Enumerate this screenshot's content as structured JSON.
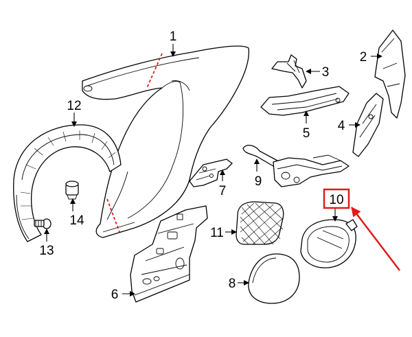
{
  "callouts": [
    {
      "id": "1",
      "label": "1"
    },
    {
      "id": "2",
      "label": "2"
    },
    {
      "id": "3",
      "label": "3"
    },
    {
      "id": "4",
      "label": "4"
    },
    {
      "id": "5",
      "label": "5"
    },
    {
      "id": "6",
      "label": "6"
    },
    {
      "id": "7",
      "label": "7"
    },
    {
      "id": "8",
      "label": "8"
    },
    {
      "id": "9",
      "label": "9"
    },
    {
      "id": "10",
      "label": "10"
    },
    {
      "id": "11",
      "label": "11"
    },
    {
      "id": "12",
      "label": "12"
    },
    {
      "id": "13",
      "label": "13"
    },
    {
      "id": "14",
      "label": "14"
    }
  ],
  "highlight": {
    "callout": "10",
    "color": "#e11a1a"
  },
  "colors": {
    "line": "#000000",
    "cut_line": "#e11a1a",
    "background": "#ffffff"
  }
}
